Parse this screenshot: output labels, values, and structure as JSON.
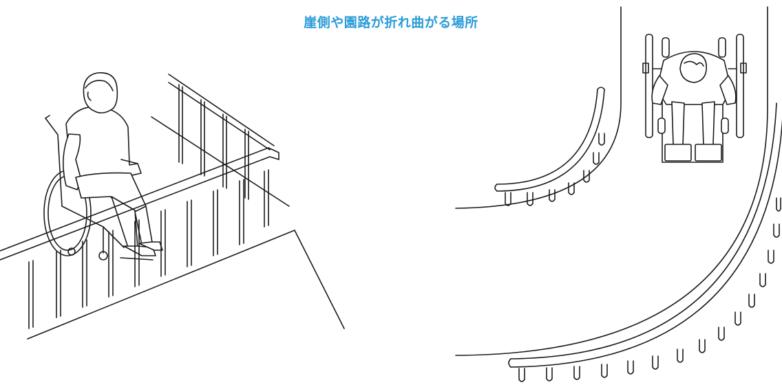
{
  "title": "崖側や園路が折れ曲がる場所",
  "colors": {
    "title": "#2a9bd7",
    "line": "#1a1a1a",
    "background": "#ffffff"
  },
  "figures": [
    {
      "name": "cliff-side-railing-with-wheelchair-user"
    },
    {
      "name": "curved-path-railing-plan-view"
    }
  ]
}
